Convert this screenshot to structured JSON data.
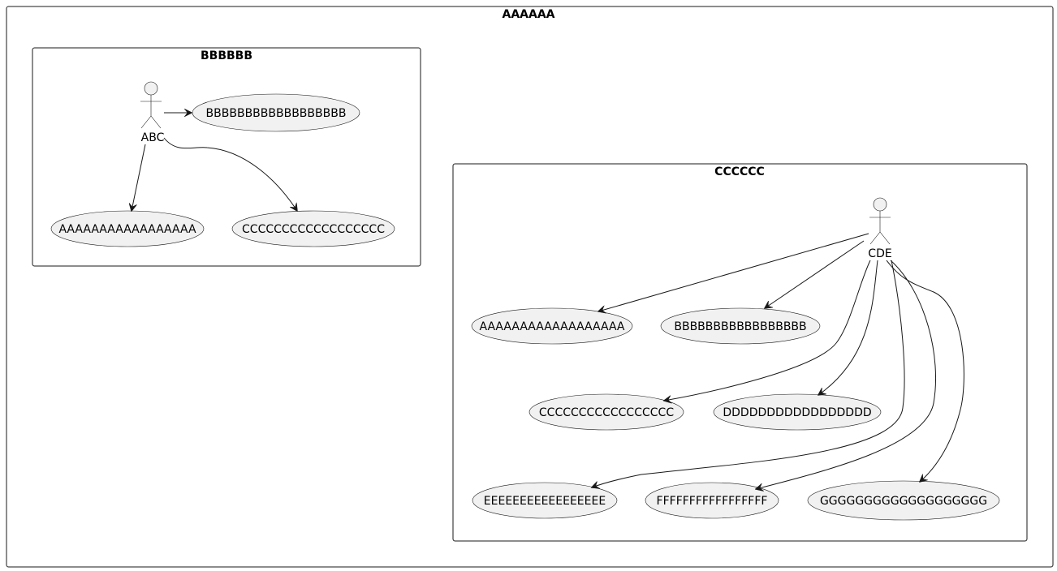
{
  "packages": {
    "outer": {
      "title": "AAAAAA"
    },
    "left": {
      "title": "BBBBBB"
    },
    "right": {
      "title": "CCCCCC"
    }
  },
  "actors": {
    "abc": {
      "label": "ABC"
    },
    "cde": {
      "label": "CDE"
    }
  },
  "usecases": {
    "left": {
      "b": "BBBBBBBBBBBBBBBBBB",
      "a": "AAAAAAAAAAAAAAAAA",
      "c": "CCCCCCCCCCCCCCCCCC"
    },
    "right": {
      "a": "AAAAAAAAAAAAAAAAAA",
      "b": "BBBBBBBBBBBBBBBBB",
      "c": "CCCCCCCCCCCCCCCCC",
      "d": "DDDDDDDDDDDDDDDDD",
      "e": "EEEEEEEEEEEEEEEEE",
      "f": "FFFFFFFFFFFFFFFFF",
      "g": "GGGGGGGGGGGGGGGGGGG"
    }
  },
  "relations": [
    {
      "from": "ABC",
      "to": "BBBBBBBBBBBBBBBBBB"
    },
    {
      "from": "ABC",
      "to": "AAAAAAAAAAAAAAAAA"
    },
    {
      "from": "ABC",
      "to": "CCCCCCCCCCCCCCCCCC"
    },
    {
      "from": "CDE",
      "to": "AAAAAAAAAAAAAAAAAA"
    },
    {
      "from": "CDE",
      "to": "BBBBBBBBBBBBBBBBB"
    },
    {
      "from": "CDE",
      "to": "CCCCCCCCCCCCCCCCC"
    },
    {
      "from": "CDE",
      "to": "DDDDDDDDDDDDDDDDD"
    },
    {
      "from": "CDE",
      "to": "EEEEEEEEEEEEEEEEE"
    },
    {
      "from": "CDE",
      "to": "FFFFFFFFFFFFFFFFF"
    },
    {
      "from": "CDE",
      "to": "GGGGGGGGGGGGGGGGGGG"
    }
  ],
  "colors": {
    "line": "#181818",
    "usecase_fill": "#f1f1f1",
    "background": "#ffffff"
  }
}
